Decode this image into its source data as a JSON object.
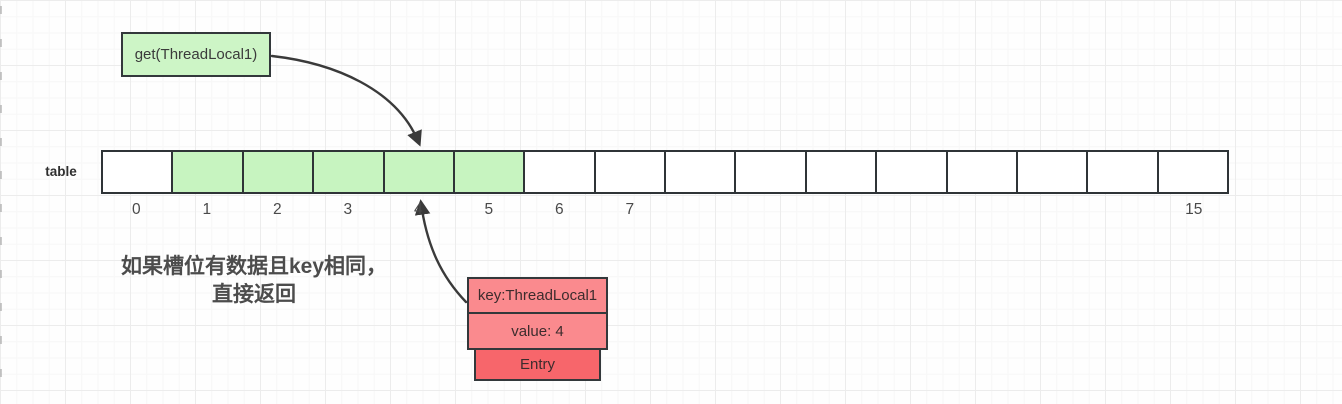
{
  "get_box": {
    "label": "get(ThreadLocal1)"
  },
  "table": {
    "label": "table",
    "cells": [
      {
        "index": "0",
        "highlighted": false
      },
      {
        "index": "1",
        "highlighted": true
      },
      {
        "index": "2",
        "highlighted": true
      },
      {
        "index": "3",
        "highlighted": true
      },
      {
        "index": "4",
        "highlighted": true
      },
      {
        "index": "5",
        "highlighted": true
      },
      {
        "index": "6",
        "highlighted": false
      },
      {
        "index": "7",
        "highlighted": false
      },
      {
        "index": "",
        "highlighted": false
      },
      {
        "index": "",
        "highlighted": false
      },
      {
        "index": "",
        "highlighted": false
      },
      {
        "index": "",
        "highlighted": false
      },
      {
        "index": "",
        "highlighted": false
      },
      {
        "index": "",
        "highlighted": false
      },
      {
        "index": "",
        "highlighted": false
      },
      {
        "index": "15",
        "highlighted": false
      }
    ]
  },
  "annotation": {
    "line1": "如果槽位有数据且key相同，",
    "line2": "直接返回"
  },
  "entry_stack": {
    "key": "key:ThreadLocal1",
    "value": "value: 4",
    "label": "Entry"
  },
  "colors": {
    "get_box_green": "#cdf5c6",
    "highlight_green": "#c7f4c0",
    "entry_pink": "#fa8a8e",
    "entry_red": "#f7666b",
    "arrow": "#3a3a3a"
  }
}
